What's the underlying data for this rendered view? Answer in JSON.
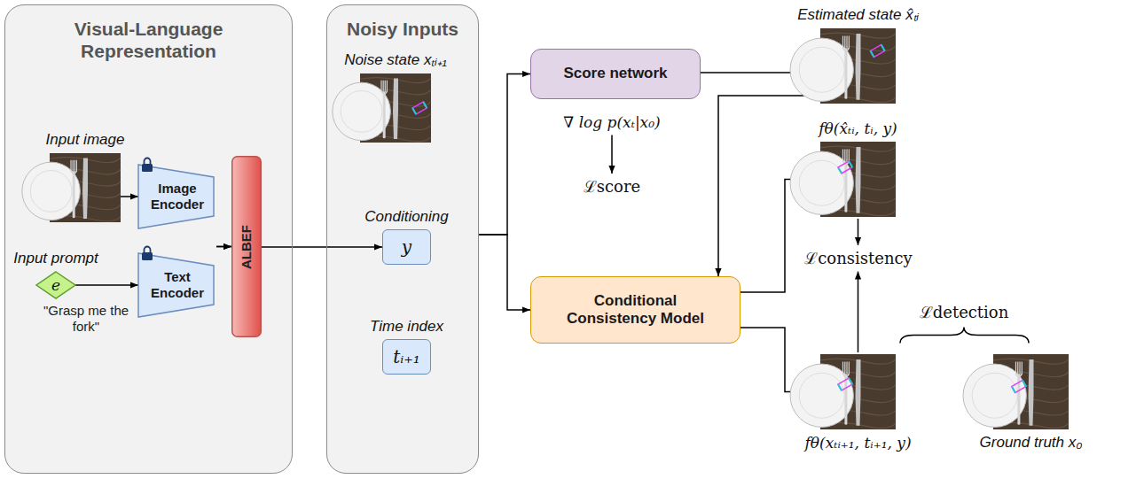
{
  "diagram": {
    "nodes": [
      {
        "text": [
          "Visual-Language Representation"
        ]
      },
      {
        "text": [
          "Input image"
        ],
        "in": 0
      },
      {
        "text": [
          "Image Encoder"
        ],
        "in": 0
      },
      {
        "text": [
          "Input prompt",
          "e"
        ],
        "in": 0
      },
      {
        "text": [
          "Text Encoder"
        ],
        "in": 0
      },
      {
        "text": [
          "ALBEF"
        ],
        "in": 0
      },
      {
        "text": [
          "Noisy Inputs"
        ]
      },
      {
        "text": [
          "Noise state xₜᵢ₊₁"
        ],
        "in": 6
      },
      {
        "text": [
          "Conditioning",
          "y"
        ],
        "in": 6
      },
      {
        "text": [
          "Time index",
          "tᵢ₊₁"
        ],
        "in": 6
      },
      {
        "text": [
          "Score network"
        ]
      },
      {
        "text": [
          "Conditional Consistency Model"
        ]
      },
      {
        "text": [
          "Estimated state x̂ₜᵢ"
        ]
      },
      {
        "text": [
          "fθ(x̂ₜᵢ, tᵢ, y)"
        ]
      },
      {
        "text": [
          "fθ(xₜᵢ₊₁, tᵢ₊₁, y)"
        ]
      },
      {
        "text": [
          "Ground truth x₀"
        ]
      }
    ],
    "edges": [
      {
        "from": 1,
        "to": 2,
        "arrow": "to"
      },
      {
        "from": 3,
        "to": 4,
        "arrow": "to"
      },
      {
        "from": 2,
        "to": 5,
        "arrow": "to"
      },
      {
        "from": 4,
        "to": 5,
        "arrow": "to"
      },
      {
        "from": 5,
        "to": 8,
        "arrow": "to"
      },
      {
        "from": 6,
        "to": 10,
        "arrow": "to"
      },
      {
        "from": 6,
        "to": 11,
        "arrow": "to"
      },
      {
        "from": 10,
        "to": 12,
        "arrow": "to"
      },
      {
        "from": 12,
        "to": 11,
        "arrow": "to"
      },
      {
        "from": 11,
        "to": 13,
        "arrow": "to"
      },
      {
        "from": 11,
        "to": 14,
        "arrow": "to"
      }
    ],
    "labels": [
      "\"Grasp me the fork\"",
      "∇ log p(xₜ|x₀)",
      "ℒscore",
      "ℒconsistency",
      "ℒdetection"
    ]
  }
}
